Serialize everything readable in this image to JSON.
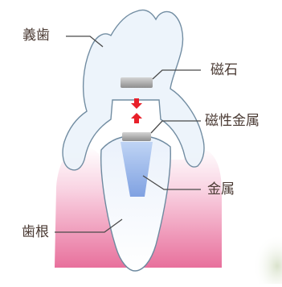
{
  "labels": {
    "denture": "義歯",
    "magnet": "磁石",
    "magnetic_metal": "磁性金属",
    "metal": "金属",
    "root": "歯根"
  },
  "colors": {
    "leader_line": "#4a4a4a",
    "label_text": "#4a3a33",
    "gum_pink": "#e8709c",
    "denture_outline": "#6e8aa0",
    "denture_fill": "#edf4fb",
    "metal_blue": "#7a9de0",
    "magnet_gray": "#9a9a9a",
    "arrow_red": "#e8202a"
  }
}
